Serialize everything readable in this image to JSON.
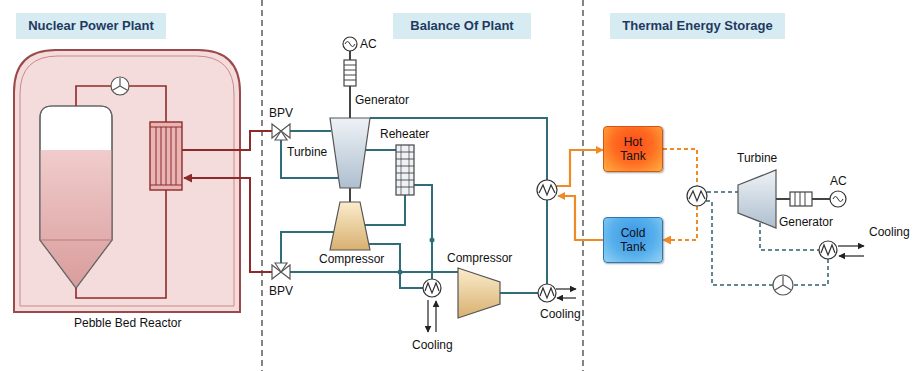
{
  "diagram": {
    "nodes": [
      {
        "text": [
          "Nuclear Power Plant"
        ]
      },
      {
        "text": [
          "Balance Of Plant"
        ]
      },
      {
        "text": [
          "Thermal Energy Storage"
        ]
      },
      {
        "text": [
          "Hot Tank"
        ]
      },
      {
        "text": [
          "Cold Tank"
        ]
      }
    ],
    "edges": [
      {
        "from": 3,
        "to": 4,
        "arrow": "to"
      }
    ],
    "labels": [
      "Pebble Bed Reactor",
      "BPV",
      "BPV",
      "AC",
      "Generator",
      "Turbine",
      "Reheater",
      "Compressor",
      "Compressor",
      "Cooling",
      "Cooling",
      "Turbine",
      "AC",
      "Generator",
      "Cooling"
    ]
  }
}
